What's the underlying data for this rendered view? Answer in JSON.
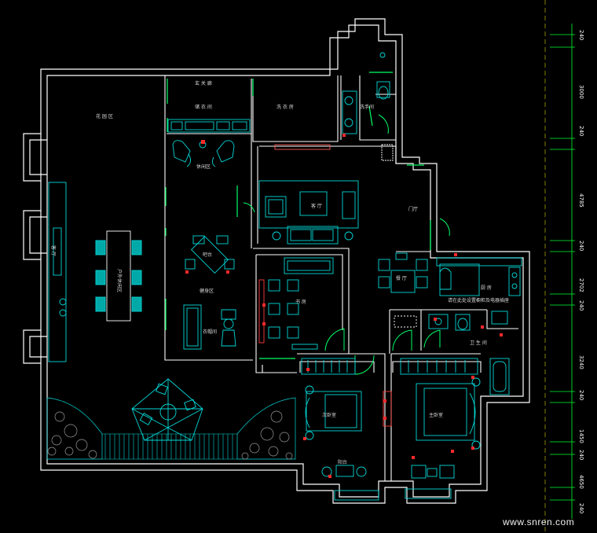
{
  "rooms": {
    "garden": "花 园 区",
    "vestibule": "玄 关 廊",
    "storage_room": "储 衣 间",
    "laundry": "洗 衣 房",
    "leisure": "休闲区",
    "bar": "吧台",
    "lounge": "客 厅",
    "living": "客 厅",
    "wash_area": "洗手间",
    "study": "书 房",
    "dining": "餐 厅",
    "kitchen": "厨 房",
    "notice": "请在此处设置橱柜及电器插座",
    "bathroom": "卫 生 间",
    "second_bedroom": "次卧室",
    "master_bedroom": "主卧室",
    "balcony": "阳台",
    "side_label": "衣帽间",
    "gym": "健身区",
    "yard_label": "户外休闲区",
    "entrance": "门厅"
  },
  "dimensions": [
    "240",
    "3000",
    "240",
    "4785",
    "240",
    "2702",
    "240",
    "3240",
    "240",
    "1450",
    "240",
    "4650",
    "240"
  ],
  "watermark": "www.snren.com",
  "colors": {
    "wall": "#ffffff",
    "furniture": "#00d8d8",
    "furniture_alt": "#00a8a8",
    "window": "#00ff66",
    "door": "#00ff66",
    "socket": "#ff2a2a",
    "dimension_line": "#00ff33",
    "label": "#dddddd",
    "background": "#000000"
  }
}
